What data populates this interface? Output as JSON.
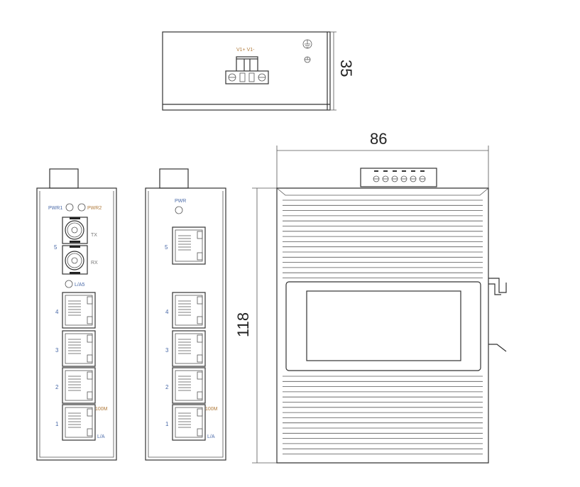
{
  "dimensions": {
    "height_top": "35",
    "width": "86",
    "height": "118"
  },
  "top_view": {
    "terminal_labels": "V1+ V1-"
  },
  "front_view_fiber": {
    "pwr1": "PWR1",
    "pwr2": "PWR2",
    "tx": "TX",
    "rx": "RX",
    "port5": "5",
    "las": "L/A5",
    "ports": [
      "4",
      "3",
      "2",
      "1"
    ],
    "speed": "100M",
    "link": "L/A"
  },
  "front_view_copper": {
    "pwr": "PWR",
    "port5": "5",
    "ports": [
      "4",
      "3",
      "2",
      "1"
    ],
    "speed": "100M",
    "link": "L/A"
  },
  "colors": {
    "blue": "#4a6aa8",
    "orange": "#b07a3a",
    "grey": "#777777"
  }
}
